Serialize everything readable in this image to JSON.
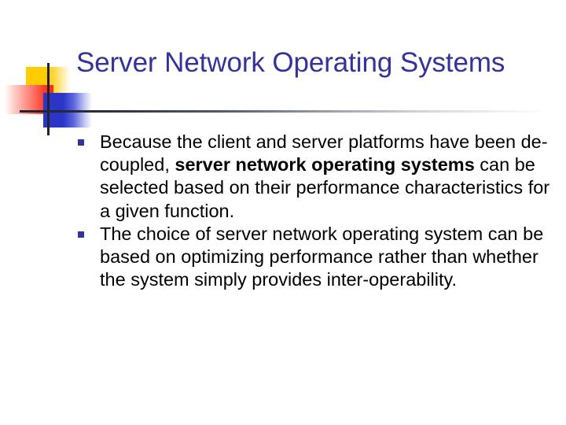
{
  "slide": {
    "title": "Server Network Operating Systems",
    "title_color": "#333399",
    "body_color": "#000000",
    "background_color": "#ffffff",
    "decoration": {
      "name": "corner-motif",
      "yellow_color": "#ffcc00",
      "red_color": "#f12d14",
      "blue_color": "#2b35c7",
      "rule_color": "#20222e"
    },
    "bullets": [
      {
        "marker": "square-bullet",
        "segments": [
          {
            "text": "Because the client and server platforms have been de-coupled, ",
            "bold": false
          },
          {
            "text": "server network operating systems",
            "bold": true
          },
          {
            "text": " can be selected based on their performance characteristics for a given function.",
            "bold": false
          }
        ]
      },
      {
        "marker": "square-bullet",
        "segments": [
          {
            "text": "The choice of server network operating system can be based on optimizing performance rather than whether the system simply provides inter-operability.",
            "bold": false
          }
        ]
      }
    ]
  }
}
